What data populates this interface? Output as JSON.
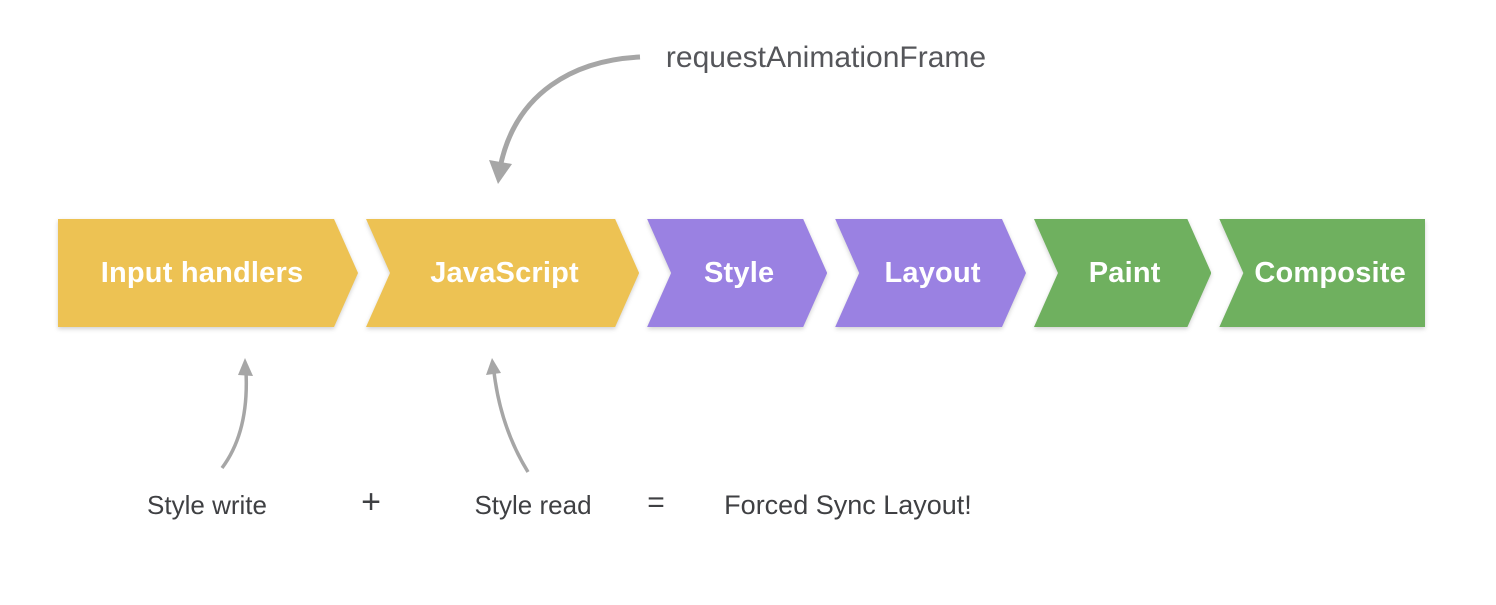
{
  "annotations": {
    "raf_label": "requestAnimationFrame",
    "style_write": "Style write",
    "plus": "+",
    "style_read": "Style read",
    "equals": "=",
    "result": "Forced Sync Layout!"
  },
  "pipeline": {
    "segments": [
      {
        "label": "Input handlers",
        "color": "#EDC253"
      },
      {
        "label": "JavaScript",
        "color": "#EDC253"
      },
      {
        "label": "Style",
        "color": "#9A81E2"
      },
      {
        "label": "Layout",
        "color": "#9A81E2"
      },
      {
        "label": "Paint",
        "color": "#6FB05F"
      },
      {
        "label": "Composite",
        "color": "#6FB05F"
      }
    ]
  },
  "colors": {
    "background": "#FFFFFF",
    "segment_text": "#FFFFFF",
    "annotation_text": "#55565A",
    "equation_text": "#3F4043",
    "arrow": "#A6A6A6",
    "script_stage": "#EDC253",
    "render_stage": "#9A81E2",
    "paint_stage": "#6FB05F"
  }
}
